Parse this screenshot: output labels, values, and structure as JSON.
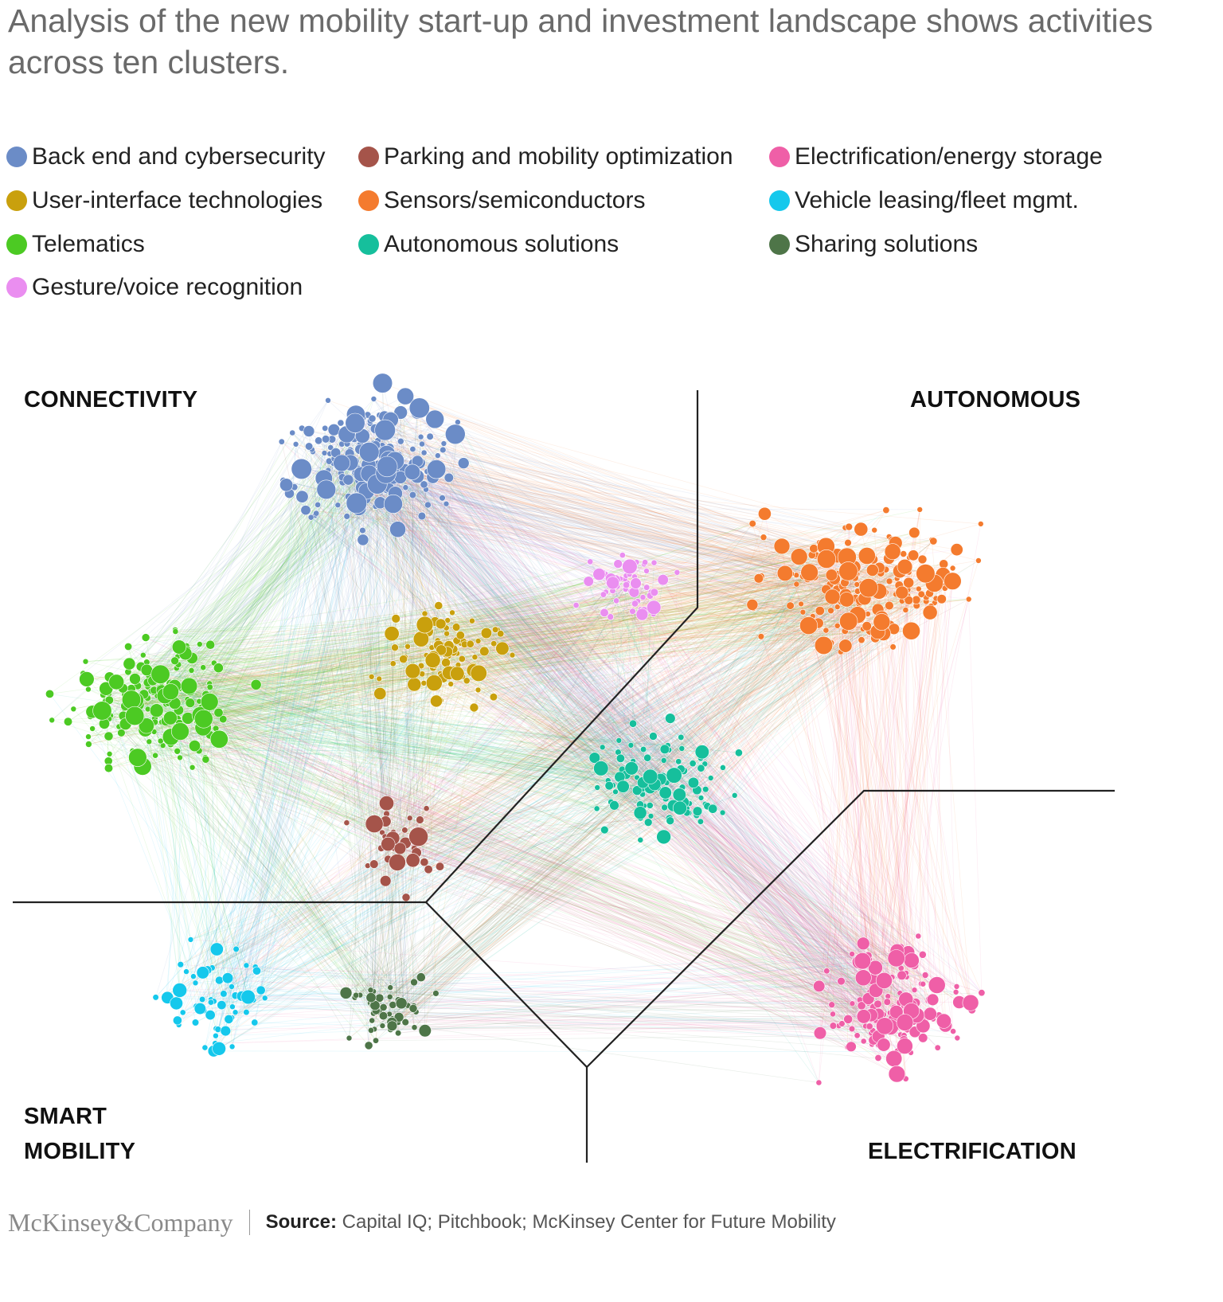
{
  "title": "Analysis of the new mobility start-up and investment landscape shows activities across ten clusters.",
  "legend": [
    {
      "label": "Back end and cybersecurity",
      "color": "#6b8cc7"
    },
    {
      "label": "Parking and mobility optimization",
      "color": "#a5544a"
    },
    {
      "label": "Electrification/energy storage",
      "color": "#ef5fa7"
    },
    {
      "label": "User-interface technologies",
      "color": "#c9a00d"
    },
    {
      "label": "Sensors/semiconductors",
      "color": "#f47b2e"
    },
    {
      "label": "Vehicle leasing/fleet mgmt.",
      "color": "#15c8ec"
    },
    {
      "label": "Telematics",
      "color": "#4cca23"
    },
    {
      "label": "Autonomous solutions",
      "color": "#16bf9c"
    },
    {
      "label": "Sharing solutions",
      "color": "#4e7548"
    },
    {
      "label": "Gesture/voice recognition",
      "color": "#ea8ef0"
    }
  ],
  "quadrants": {
    "connectivity": "CONNECTIVITY",
    "autonomous": "AUTONOMOUS",
    "smart_mobility_1": "SMART",
    "smart_mobility_2": "MOBILITY",
    "electrification": "ELECTRIFICATION"
  },
  "footer": {
    "brand": "McKinsey&Company",
    "source_label": "Source:",
    "source_text": " Capital IQ; Pitchbook; McKinsey Center for Future Mobility"
  }
}
